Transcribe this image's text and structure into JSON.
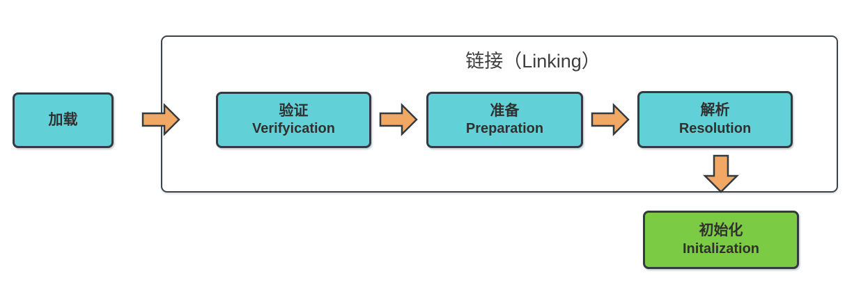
{
  "diagram": {
    "title": "链接（Linking）",
    "colors": {
      "node_fill": "#62d1d7",
      "init_fill": "#7ccb44",
      "arrow_fill": "#f0a864",
      "node_border": "#333b42",
      "group_border": "#3a434a",
      "label_text": "#303030",
      "title_text": "#3d3d3d"
    },
    "nodes": [
      {
        "id": "load",
        "zh": "加载",
        "en": ""
      },
      {
        "id": "verification",
        "zh": "验证",
        "en": "Verifyication"
      },
      {
        "id": "preparation",
        "zh": "准备",
        "en": "Preparation"
      },
      {
        "id": "resolution",
        "zh": "解析",
        "en": "Resolution"
      },
      {
        "id": "initialization",
        "zh": "初始化",
        "en": "Initalization"
      }
    ],
    "arrows": [
      {
        "from": "load",
        "to": "verification",
        "direction": "right"
      },
      {
        "from": "verification",
        "to": "preparation",
        "direction": "right"
      },
      {
        "from": "preparation",
        "to": "resolution",
        "direction": "right"
      },
      {
        "from": "resolution",
        "to": "initialization",
        "direction": "down"
      }
    ]
  }
}
